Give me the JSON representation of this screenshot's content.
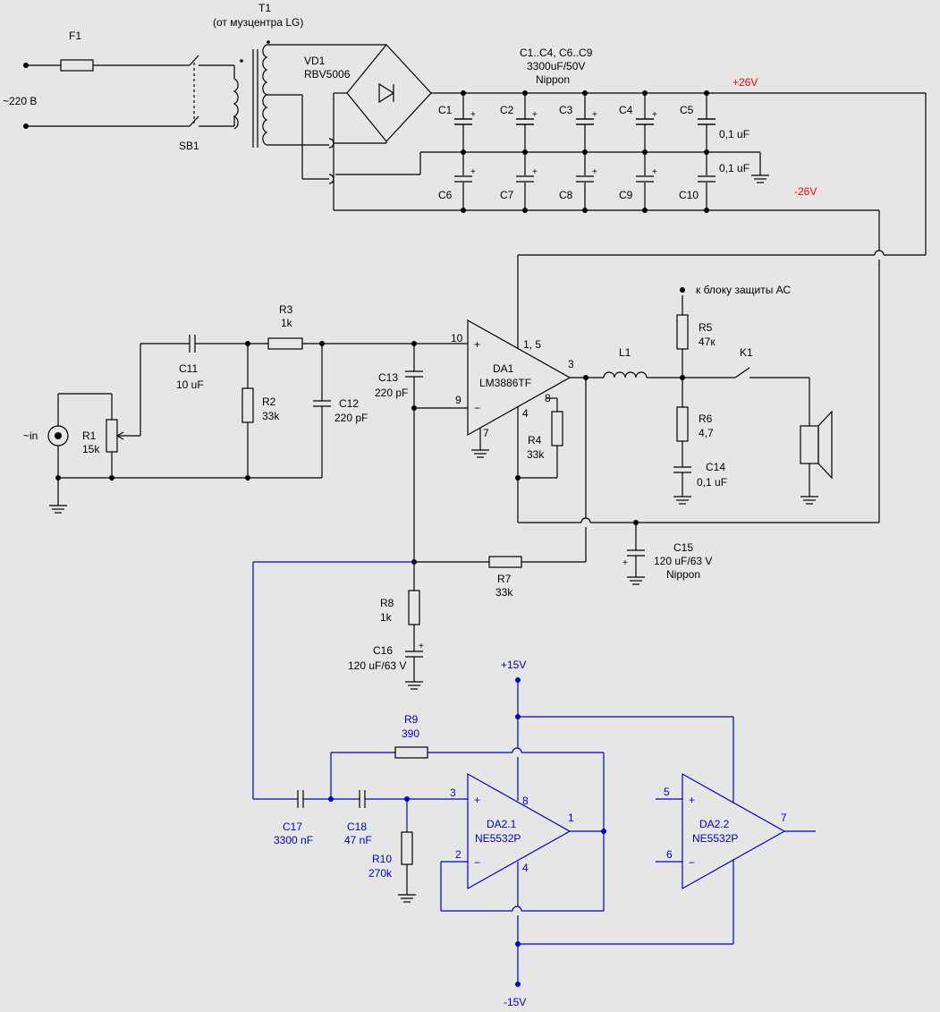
{
  "power": {
    "T1": "T1",
    "T1_note": "(от музцентра LG)",
    "F1": "F1",
    "mains": "~220 В",
    "SB1": "SB1",
    "VD1": "VD1",
    "VD1_part": "RBV5006",
    "caps_title": "C1..C4, C6..C9",
    "caps_value": "3300uF/50V",
    "caps_brand": "Nippon",
    "pos_rail": "+26V",
    "neg_rail": "-26V",
    "C1": "C1",
    "C2": "C2",
    "C3": "C3",
    "C4": "C4",
    "C5": "C5",
    "C6": "C6",
    "C7": "C7",
    "C8": "C8",
    "C9": "C9",
    "C10": "C10",
    "C5_value": "0,1 uF",
    "C10_value": "0,1 uF"
  },
  "amp": {
    "input": "~in",
    "R1": "R1",
    "R1_value": "15k",
    "C11": "C11",
    "C11_value": "10 uF",
    "R2": "R2",
    "R2_value": "33k",
    "R3": "R3",
    "R3_value": "1k",
    "C12": "C12",
    "C12_value": "220 pF",
    "C13": "C13",
    "C13_value": "220 pF",
    "DA1": "DA1",
    "DA1_part": "LM3886TF",
    "pin10": "10",
    "pin9": "9",
    "pin15": "1, 5",
    "pin3": "3",
    "pin8": "8",
    "pin4": "4",
    "pin7": "7",
    "R4": "R4",
    "R4_value": "33k",
    "L1": "L1",
    "protection": "к блоку защиты АС",
    "R5": "R5",
    "R5_value": "47к",
    "K1": "K1",
    "R6": "R6",
    "R6_value": "4,7",
    "C14": "C14",
    "C14_value": "0,1 uF",
    "C15": "C15",
    "C15_value": "120 uF/63 V",
    "C15_brand": "Nippon",
    "R7": "R7",
    "R7_value": "33k",
    "R8": "R8",
    "R8_value": "1k",
    "C16": "C16",
    "C16_value": "120 uF/63 V"
  },
  "filter": {
    "pos_supply": "+15V",
    "neg_supply": "-15V",
    "R9": "R9",
    "R9_value": "390",
    "C17": "C17",
    "C17_value": "3300 nF",
    "C18": "C18",
    "C18_value": "47 nF",
    "R10": "R10",
    "R10_value": "270k",
    "DA21": "DA2.1",
    "DA21_part": "NE5532P",
    "DA22": "DA2.2",
    "DA22_part": "NE5532P",
    "p3": "3",
    "p2": "2",
    "p8": "8",
    "p4": "4",
    "p1": "1",
    "p5": "5",
    "p6": "6",
    "p7": "7"
  },
  "colors": {
    "wire": "#000000",
    "filter_wire": "#0000cc",
    "rail_label": "#ff0000",
    "background": "#e6e6e6"
  }
}
